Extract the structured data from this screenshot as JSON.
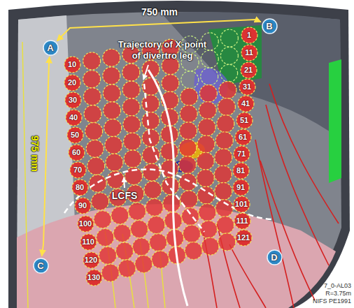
{
  "diagram": {
    "nodes": [
      {
        "text": [
          "A"
        ]
      },
      {
        "text": [
          "B"
        ]
      },
      {
        "text": [
          "10"
        ]
      },
      {
        "text": [
          "1"
        ]
      },
      {
        "text": [
          "20"
        ]
      },
      {
        "text": [
          "11"
        ]
      },
      {
        "text": [
          "30"
        ]
      },
      {
        "text": [
          "21"
        ]
      },
      {
        "text": [
          "40"
        ]
      },
      {
        "text": [
          "31"
        ]
      },
      {
        "text": [
          "50"
        ]
      },
      {
        "text": [
          "41"
        ]
      },
      {
        "text": [
          "60"
        ]
      },
      {
        "text": [
          "51"
        ]
      },
      {
        "text": [
          "70"
        ]
      },
      {
        "text": [
          "61"
        ]
      },
      {
        "text": [
          "80"
        ]
      },
      {
        "text": [
          "71"
        ]
      },
      {
        "text": [
          "90"
        ]
      },
      {
        "text": [
          "81"
        ]
      },
      {
        "text": [
          "100"
        ]
      },
      {
        "text": [
          "91"
        ]
      },
      {
        "text": [
          "110"
        ]
      },
      {
        "text": [
          "101"
        ]
      },
      {
        "text": [
          "120"
        ]
      },
      {
        "text": [
          "111"
        ]
      },
      {
        "text": [
          "130"
        ]
      },
      {
        "text": [
          "121"
        ]
      },
      {
        "text": [
          "C"
        ]
      },
      {
        "text": [
          "D"
        ]
      }
    ],
    "edges": [
      {
        "from": 0,
        "to": 1,
        "arrow": "both",
        "label": "750 mm"
      },
      {
        "from": 0,
        "to": 28,
        "arrow": "both",
        "label": "975 mm"
      }
    ],
    "labels": [
      "Trajectory of X-point of divertro leg",
      "LCFS",
      "7_0-AL03",
      "R=3.75m",
      "NIFS PE1991"
    ]
  }
}
